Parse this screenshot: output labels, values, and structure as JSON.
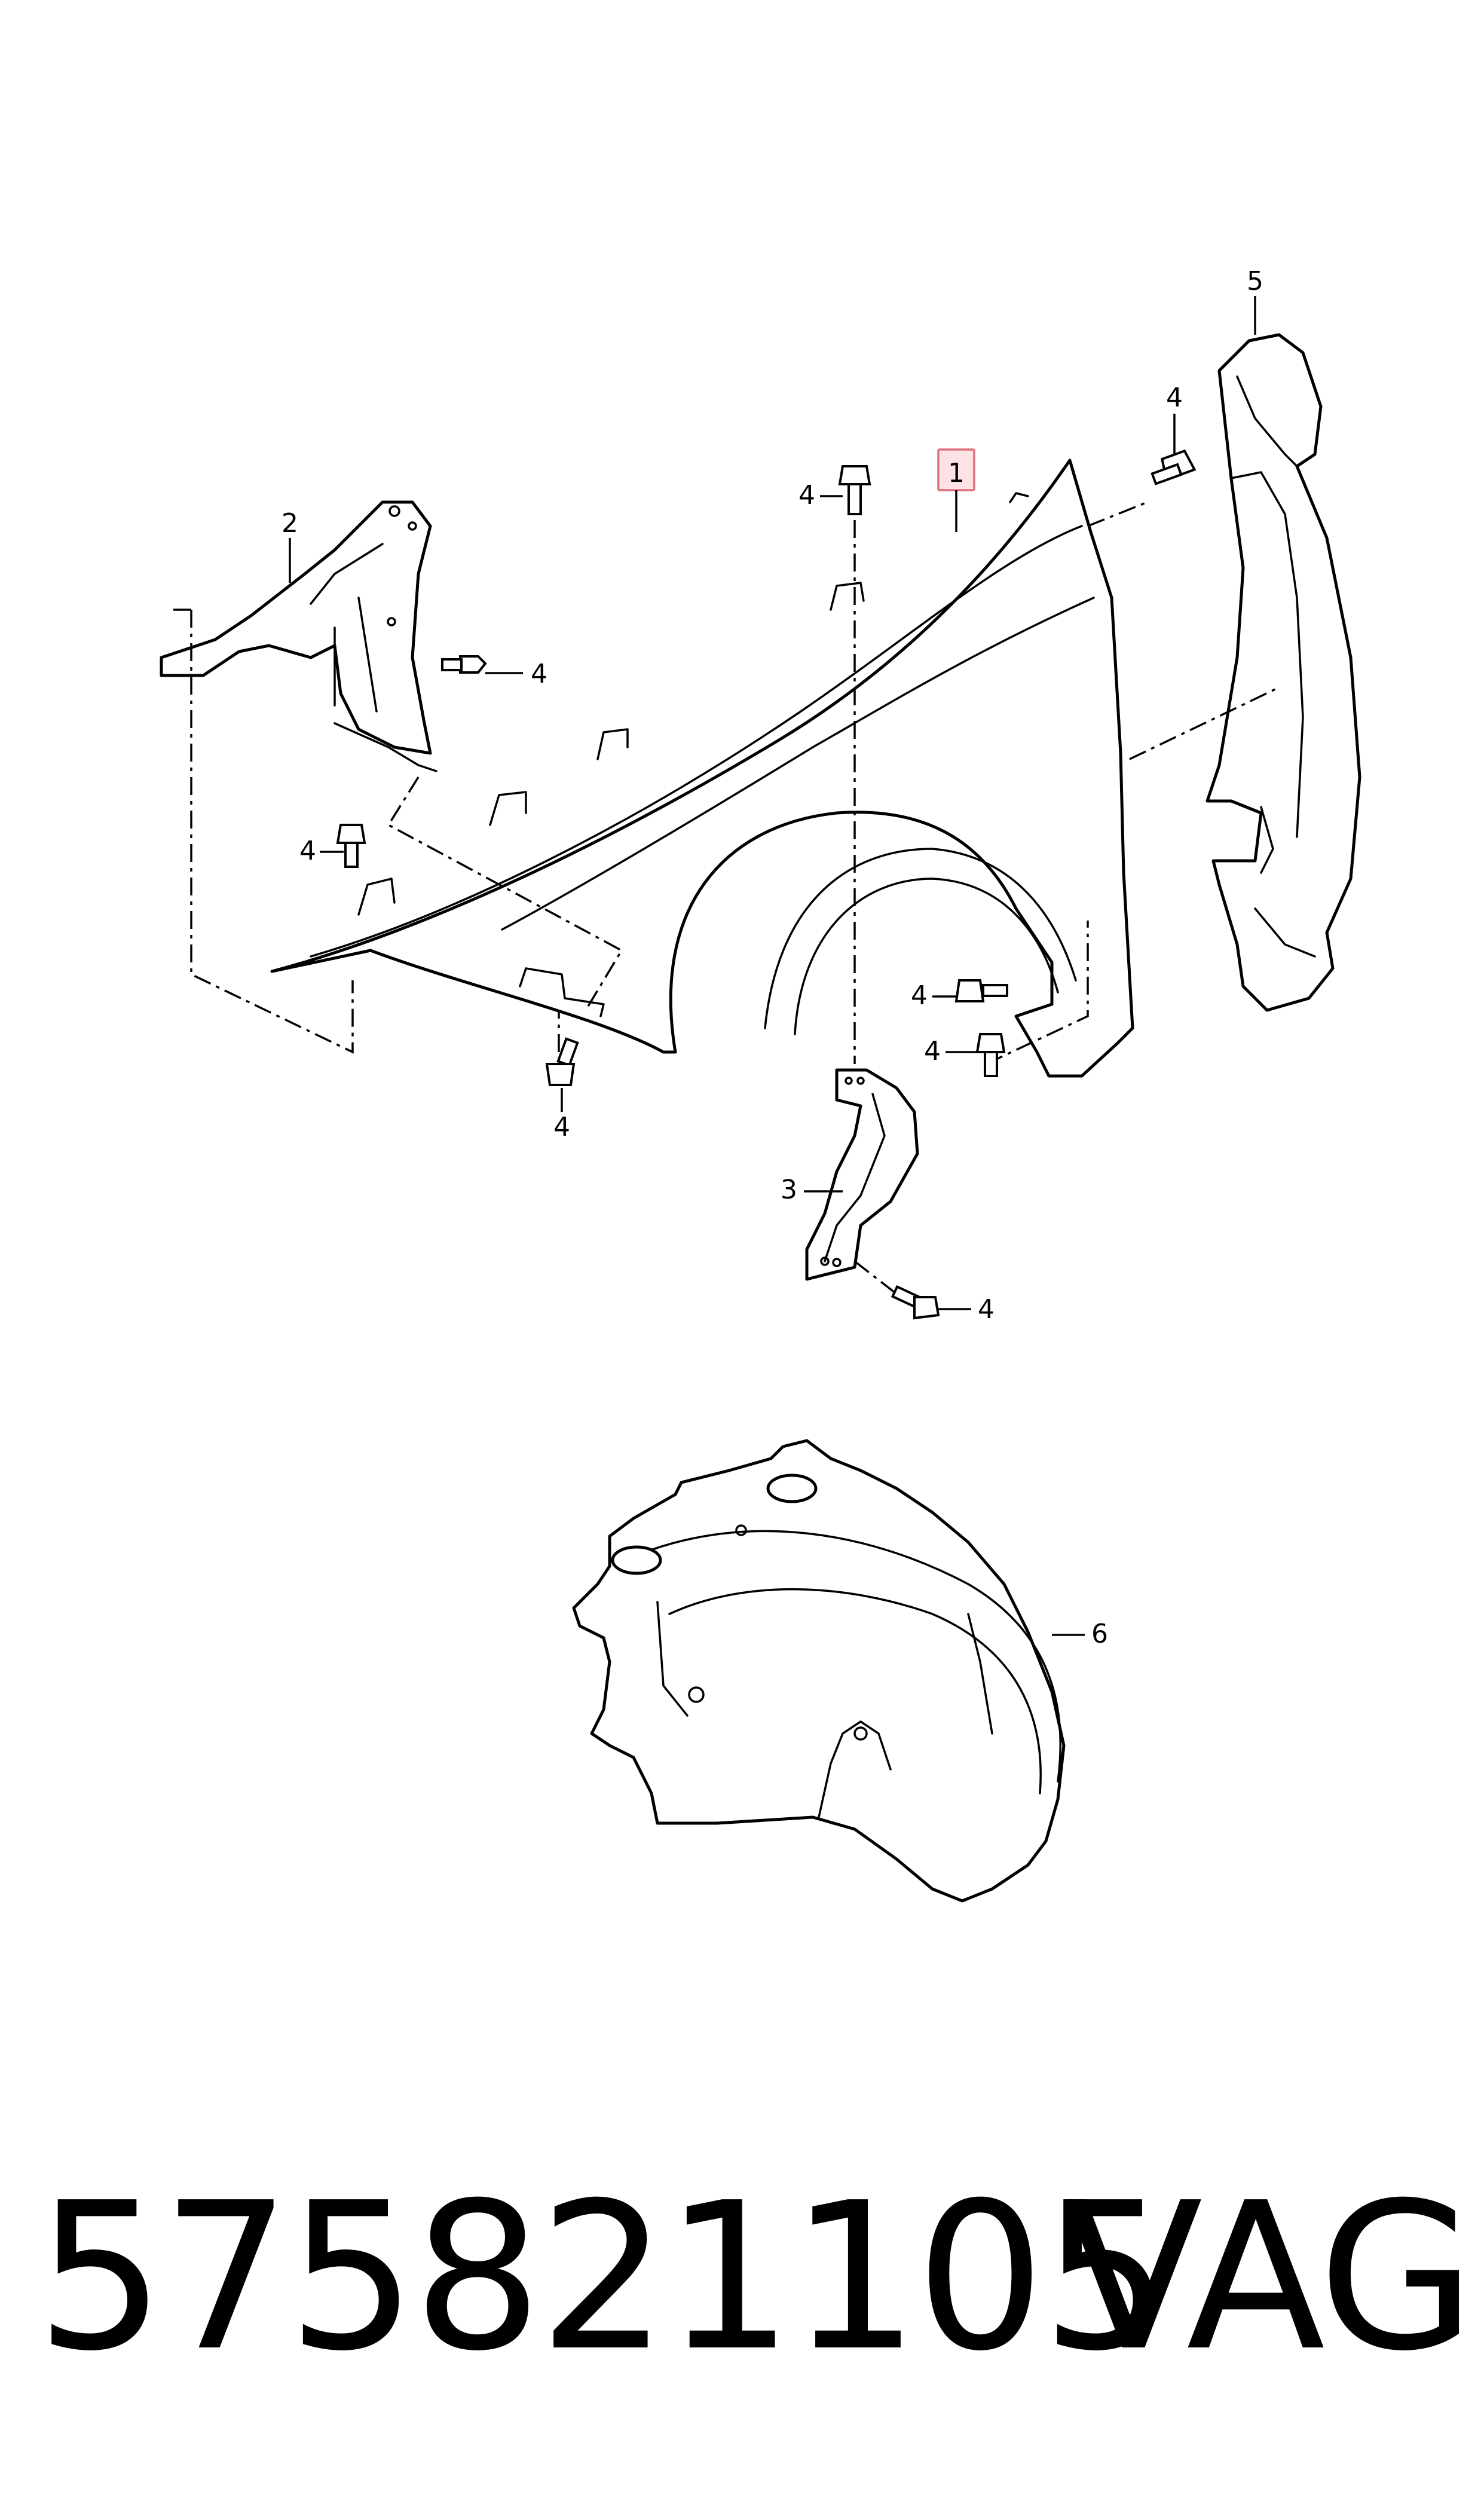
{
  "diagram": {
    "callouts": {
      "c1": "1",
      "c2": "2",
      "c3": "3",
      "c4": "4",
      "c5": "5",
      "c6": "6"
    },
    "highlight_color": "#e0707d"
  },
  "footer": {
    "part_number": "575821105",
    "brand": "VAG"
  }
}
